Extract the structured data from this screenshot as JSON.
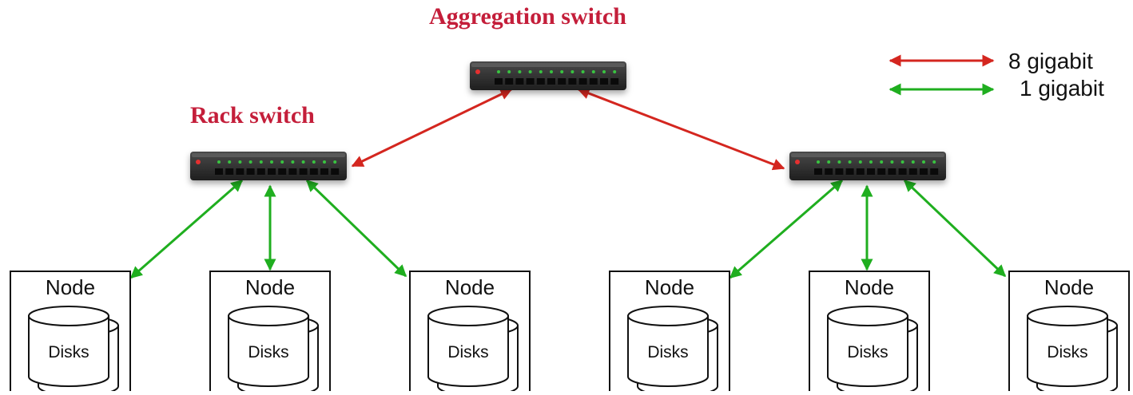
{
  "diagram": {
    "title_aggregation": "Aggregation switch",
    "title_rack": "Rack switch",
    "legend": [
      {
        "label": "8 gigabit",
        "color": "#d4261f"
      },
      {
        "label": "1 gigabit",
        "color": "#1fae1f"
      }
    ],
    "switches": [
      {
        "role": "aggregation"
      },
      {
        "role": "rack"
      },
      {
        "role": "rack"
      }
    ],
    "nodes": [
      {
        "label": "Node",
        "disk_label": "Disks"
      },
      {
        "label": "Node",
        "disk_label": "Disks"
      },
      {
        "label": "Node",
        "disk_label": "Disks"
      },
      {
        "label": "Node",
        "disk_label": "Disks"
      },
      {
        "label": "Node",
        "disk_label": "Disks"
      },
      {
        "label": "Node",
        "disk_label": "Disks"
      }
    ],
    "colors": {
      "title": "#c41e3a",
      "link_8gbit": "#d4261f",
      "link_1gbit": "#1fae1f",
      "switch_body": "#2b2b2b",
      "led_power": "#e53030",
      "led_port": "#39c441"
    }
  }
}
